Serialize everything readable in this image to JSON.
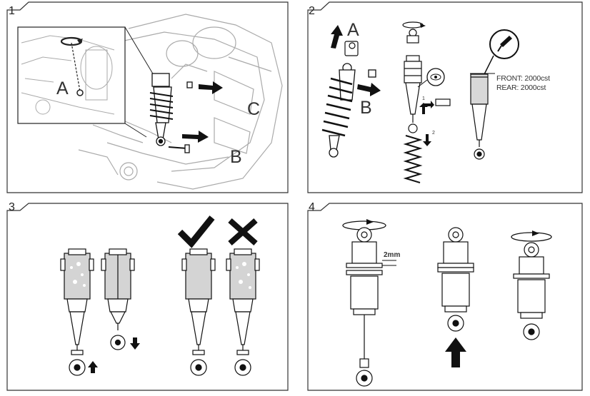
{
  "steps": [
    {
      "number": "1",
      "labels": {
        "a": "A",
        "b": "B",
        "c": "C"
      }
    },
    {
      "number": "2",
      "labels": {
        "a": "A",
        "b": "B"
      },
      "oil": {
        "front": "FRONT: 2000cst",
        "rear": "REAR: 2000cst"
      },
      "sub_steps": {
        "one": "1",
        "two": "2"
      }
    },
    {
      "number": "3"
    },
    {
      "number": "4",
      "measure": "2mm"
    }
  ]
}
